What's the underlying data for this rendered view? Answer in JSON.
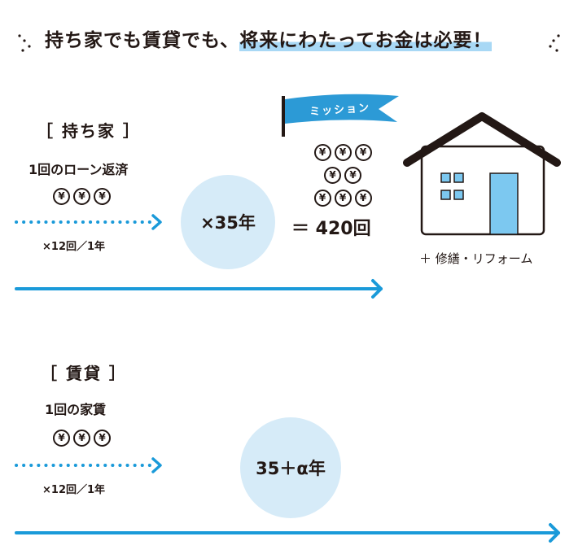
{
  "title": {
    "prefix": "持ち家でも賃貸でも、",
    "highlight": "将来にわたってお金は必要！"
  },
  "colors": {
    "accent": "#1a9ad9",
    "circle": "#d6ebf8",
    "highlight": "#a8d8f5",
    "door": "#7cc8f0"
  },
  "own": {
    "heading": "［ 持ち家 ］",
    "payment_label": "1回のローン返済",
    "coin_symbol": "¥",
    "frequency": "×12回／1年",
    "multiplier": "×35年",
    "flag": "ミッション",
    "result": "＝ 420回",
    "extra": "＋ 修繕・リフォーム"
  },
  "rent": {
    "heading": "［ 賃貸 ］",
    "payment_label": "1回の家賃",
    "coin_symbol": "¥",
    "frequency": "×12回／1年",
    "multiplier": "35＋α年"
  }
}
